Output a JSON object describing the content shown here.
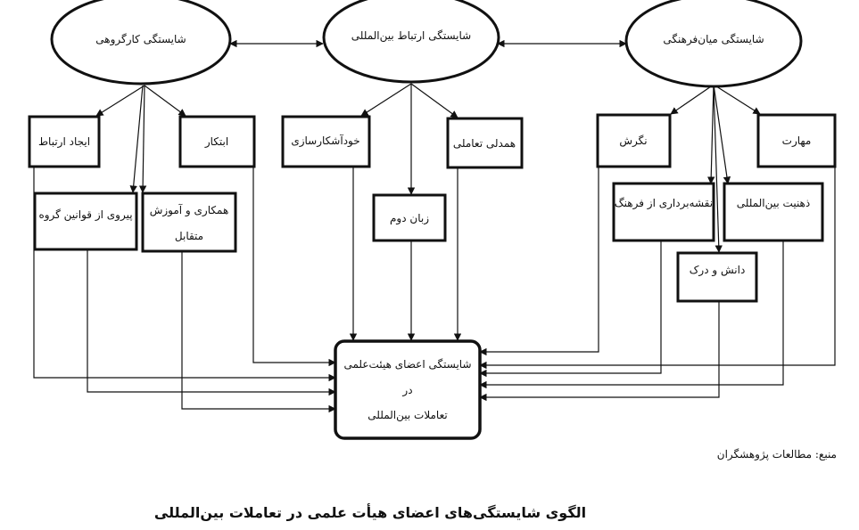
{
  "clusters": {
    "group": "شایستگی کارگروهی",
    "international": "شایستگی ارتباط بین‌المللی",
    "intercultural": "شایستگی میان‌فرهنگی"
  },
  "boxes": {
    "communication": "ایجاد ارتباط",
    "initiative": "ابتکار",
    "self_disclosure": "خودآشکارسازی",
    "empathy": "همدلی تعاملی",
    "attitude": "نگرش",
    "skill": "مهارت",
    "group_rules": "پیروی از قوانین گروه",
    "mutual_learning_1": "همکاری و آموزش",
    "mutual_learning_2": "متقابل",
    "second_language": "زبان دوم",
    "cultural_mapping": "نقشه‌برداری از فرهنگ",
    "global_mindset": "ذهنیت بین‌المللی",
    "knowledge": "دانش و درک"
  },
  "center": {
    "line1": "شایستگی اعضای هیئت‌علمی",
    "line2": "در",
    "line3": "تعاملات بین‌المللی"
  },
  "source": "منبع: مطالعات پژوهشگران",
  "caption": "الگوی شایستگی‌های اعضای هیأت علمی در تعاملات بین‌المللی"
}
